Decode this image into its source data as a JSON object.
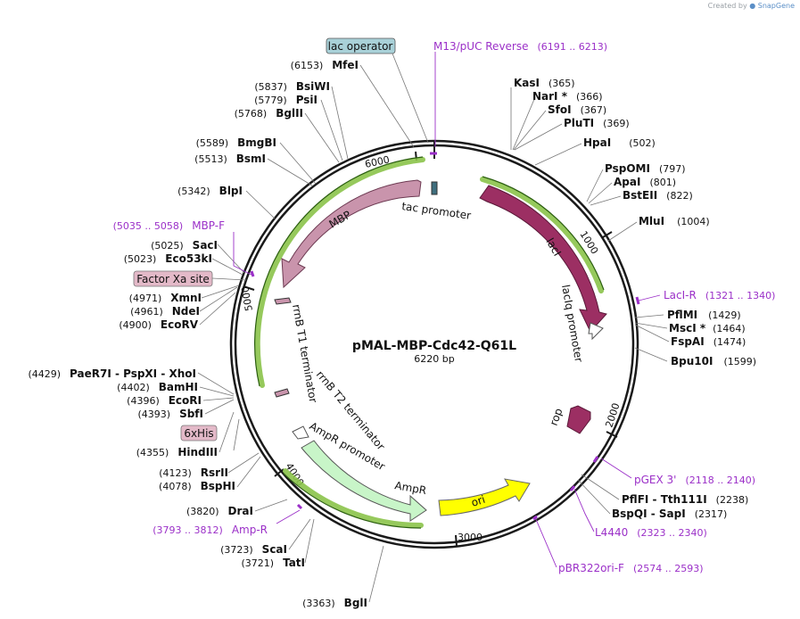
{
  "credit": {
    "prefix": "Created by",
    "brand": "SnapGene"
  },
  "title": "pMAL-MBP-Cdc42-Q61L",
  "length": "6220 bp",
  "ticks": [
    "1000",
    "2000",
    "3000",
    "4000",
    "5000",
    "6000"
  ],
  "features": [
    {
      "name": "lacI",
      "label": "lacI",
      "kind": "arrow",
      "color": "#9c2f63"
    },
    {
      "name": "laciq-promoter",
      "label": "lacIq promoter",
      "kind": "promoter",
      "color": "#ffffff"
    },
    {
      "name": "rop",
      "label": "rop",
      "kind": "arrow",
      "color": "#9c2f63"
    },
    {
      "name": "ori",
      "label": "ori",
      "kind": "arrow",
      "color": "#ffff00"
    },
    {
      "name": "ampr",
      "label": "AmpR",
      "kind": "arrow",
      "color": "#c8f5c8"
    },
    {
      "name": "ampr-promoter",
      "label": "AmpR promoter",
      "kind": "promoter",
      "color": "#ffffff"
    },
    {
      "name": "rrnb-t2",
      "label": "rrnB T2 terminator",
      "kind": "terminator",
      "color": "#ffffff"
    },
    {
      "name": "rrnb-t1",
      "label": "rrnB T1 terminator",
      "kind": "terminator",
      "color": "#ffffff"
    },
    {
      "name": "mbp",
      "label": "MBP",
      "kind": "arrow",
      "color": "#c994ac"
    },
    {
      "name": "tac-promoter",
      "label": "tac promoter",
      "kind": "promoter",
      "color": "#ffffff"
    }
  ],
  "boxed_labels": [
    {
      "name": "lac-operator",
      "text": "lac operator",
      "color": "#a9d1d8"
    },
    {
      "name": "factor-xa-site",
      "text": "Factor Xa site",
      "color": "#e3b9c8"
    },
    {
      "name": "6xhis",
      "text": "6xHis",
      "color": "#e3b9c8"
    }
  ],
  "primers": [
    {
      "name": "m13-puc-reverse",
      "label": "M13/pUC Reverse",
      "range": "(6191 .. 6213)"
    },
    {
      "name": "laci-r",
      "label": "LacI-R",
      "range": "(1321 .. 1340)"
    },
    {
      "name": "pgex-3",
      "label": "pGEX 3'",
      "range": "(2118 .. 2140)"
    },
    {
      "name": "l4440",
      "label": "L4440",
      "range": "(2323 .. 2340)"
    },
    {
      "name": "pbr322ori-f",
      "label": "pBR322ori-F",
      "range": "(2574 .. 2593)"
    },
    {
      "name": "amp-r",
      "label": "Amp-R",
      "range": "(3793 .. 3812)"
    },
    {
      "name": "mbp-f",
      "label": "MBP-F",
      "range": "(5035 .. 5058)"
    }
  ],
  "enzymes": [
    {
      "name": "KasI",
      "pos": "(365)"
    },
    {
      "name": "NarI *",
      "pos": "(366)"
    },
    {
      "name": "SfoI",
      "pos": "(367)"
    },
    {
      "name": "PluTI",
      "pos": "(369)"
    },
    {
      "name": "HpaI",
      "pos": "(502)"
    },
    {
      "name": "PspOMI",
      "pos": "(797)"
    },
    {
      "name": "ApaI",
      "pos": "(801)"
    },
    {
      "name": "BstEII",
      "pos": "(822)"
    },
    {
      "name": "MluI",
      "pos": "(1004)"
    },
    {
      "name": "PflMI",
      "pos": "(1429)"
    },
    {
      "name": "MscI *",
      "pos": "(1464)"
    },
    {
      "name": "FspAI",
      "pos": "(1474)"
    },
    {
      "name": "Bpu10I",
      "pos": "(1599)"
    },
    {
      "name": "PflFI - Tth111I",
      "pos": "(2238)"
    },
    {
      "name": "BspQI - SapI",
      "pos": "(2317)"
    },
    {
      "name": "BglI",
      "pos": "(3363)"
    },
    {
      "name": "TatI",
      "pos": "(3721)"
    },
    {
      "name": "ScaI",
      "pos": "(3723)"
    },
    {
      "name": "DraI",
      "pos": "(3820)"
    },
    {
      "name": "BspHI",
      "pos": "(4078)"
    },
    {
      "name": "RsrII",
      "pos": "(4123)"
    },
    {
      "name": "HindIII",
      "pos": "(4355)"
    },
    {
      "name": "SbfI",
      "pos": "(4393)"
    },
    {
      "name": "EcoRI",
      "pos": "(4396)"
    },
    {
      "name": "BamHI",
      "pos": "(4402)"
    },
    {
      "name": "PaeR7I - PspXI - XhoI",
      "pos": "(4429)"
    },
    {
      "name": "EcoRV",
      "pos": "(4900)"
    },
    {
      "name": "NdeI",
      "pos": "(4961)"
    },
    {
      "name": "XmnI",
      "pos": "(4971)"
    },
    {
      "name": "Eco53kI",
      "pos": "(5023)"
    },
    {
      "name": "SacI",
      "pos": "(5025)"
    },
    {
      "name": "BlpI",
      "pos": "(5342)"
    },
    {
      "name": "BsmI",
      "pos": "(5513)"
    },
    {
      "name": "BmgBI",
      "pos": "(5589)"
    },
    {
      "name": "BglII",
      "pos": "(5768)"
    },
    {
      "name": "PsiI",
      "pos": "(5779)"
    },
    {
      "name": "BsiWI",
      "pos": "(5837)"
    },
    {
      "name": "MfeI",
      "pos": "(6153)"
    }
  ]
}
